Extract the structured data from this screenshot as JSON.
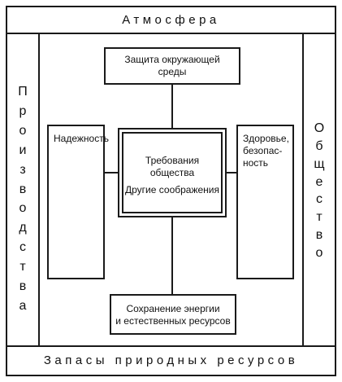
{
  "diagram": {
    "top_band": "Атмосфера",
    "bottom_band": "Запасы природных ресурсов",
    "left_side_letters": [
      "П",
      "р",
      "о",
      "и",
      "з",
      "в",
      "о",
      "д",
      "с",
      "т",
      "в",
      "а"
    ],
    "right_side_letters": [
      "О",
      "б",
      "щ",
      "е",
      "с",
      "т",
      "в",
      "о"
    ],
    "top_box": {
      "line1": "Защита окружающей",
      "line2": "среды"
    },
    "bottom_box": {
      "line1": "Сохранение энергии",
      "line2": "и естественных ресурсов"
    },
    "left_box": {
      "text": "Надежность"
    },
    "right_box": {
      "line1": "Здоровье,",
      "line2": "безопас-",
      "line3": "ность"
    },
    "center_box": {
      "line1": "Требования",
      "line2": "общества",
      "line3": "Другие соображения"
    }
  }
}
